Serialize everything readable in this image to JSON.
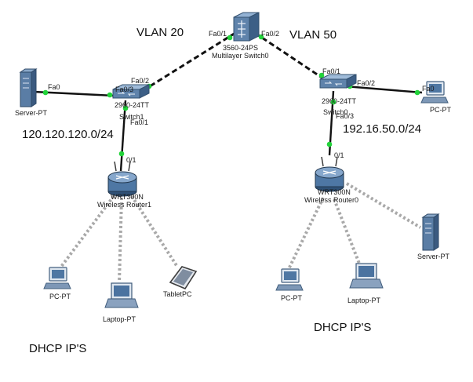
{
  "annotations": {
    "vlan_left": "VLAN 20",
    "vlan_right": "VLAN 50",
    "subnet_left": "120.120.120.0/24",
    "subnet_right": "192.16.50.0/24",
    "dhcp_left": "DHCP IP'S",
    "dhcp_right": "DHCP IP'S"
  },
  "devices": {
    "ml_switch": {
      "model": "3560-24PS",
      "name": "Multilayer Switch0"
    },
    "switch_left": {
      "model": "2960-24TT",
      "name": "Switch1"
    },
    "switch_right": {
      "model": "2960-24TT",
      "name": "Switch0"
    },
    "server_left": {
      "name": "Server-PT"
    },
    "server_right": {
      "name": "Server-PT"
    },
    "pc_right_top": {
      "name": "PC-PT"
    },
    "router_left": {
      "model": "WRT300N",
      "name": "Wireless Router1"
    },
    "router_right": {
      "model": "WRT300N",
      "name": "Wireless Router0"
    },
    "pc_left": {
      "name": "PC-PT"
    },
    "laptop_left": {
      "name": "Laptop-PT"
    },
    "tablet_left": {
      "name": "TabletPC"
    },
    "pc_right_bottom": {
      "name": "PC-PT"
    },
    "laptop_right": {
      "name": "Laptop-PT"
    }
  },
  "ports": {
    "ml_fa01": "Fa0/1",
    "ml_fa02": "Fa0/2",
    "sw1_fa02": "Fa0/2",
    "sw1_fa03": "Fa0/3",
    "sw1_fa01": "Fa0/1",
    "server_left_fa0": "Fa0",
    "router_left_01": "0/1",
    "sw0_fa01": "Fa0/1",
    "sw0_fa02": "Fa0/2",
    "sw0_fa03": "Fa0/3",
    "pc_right_fa0": "Fa0",
    "router_right_01": "0/1"
  },
  "colors": {
    "link_dot": "#22d33a",
    "copper_link": "#111111",
    "wireless_link": "#a8a8a8",
    "device_blue": "#5d7fa6"
  }
}
